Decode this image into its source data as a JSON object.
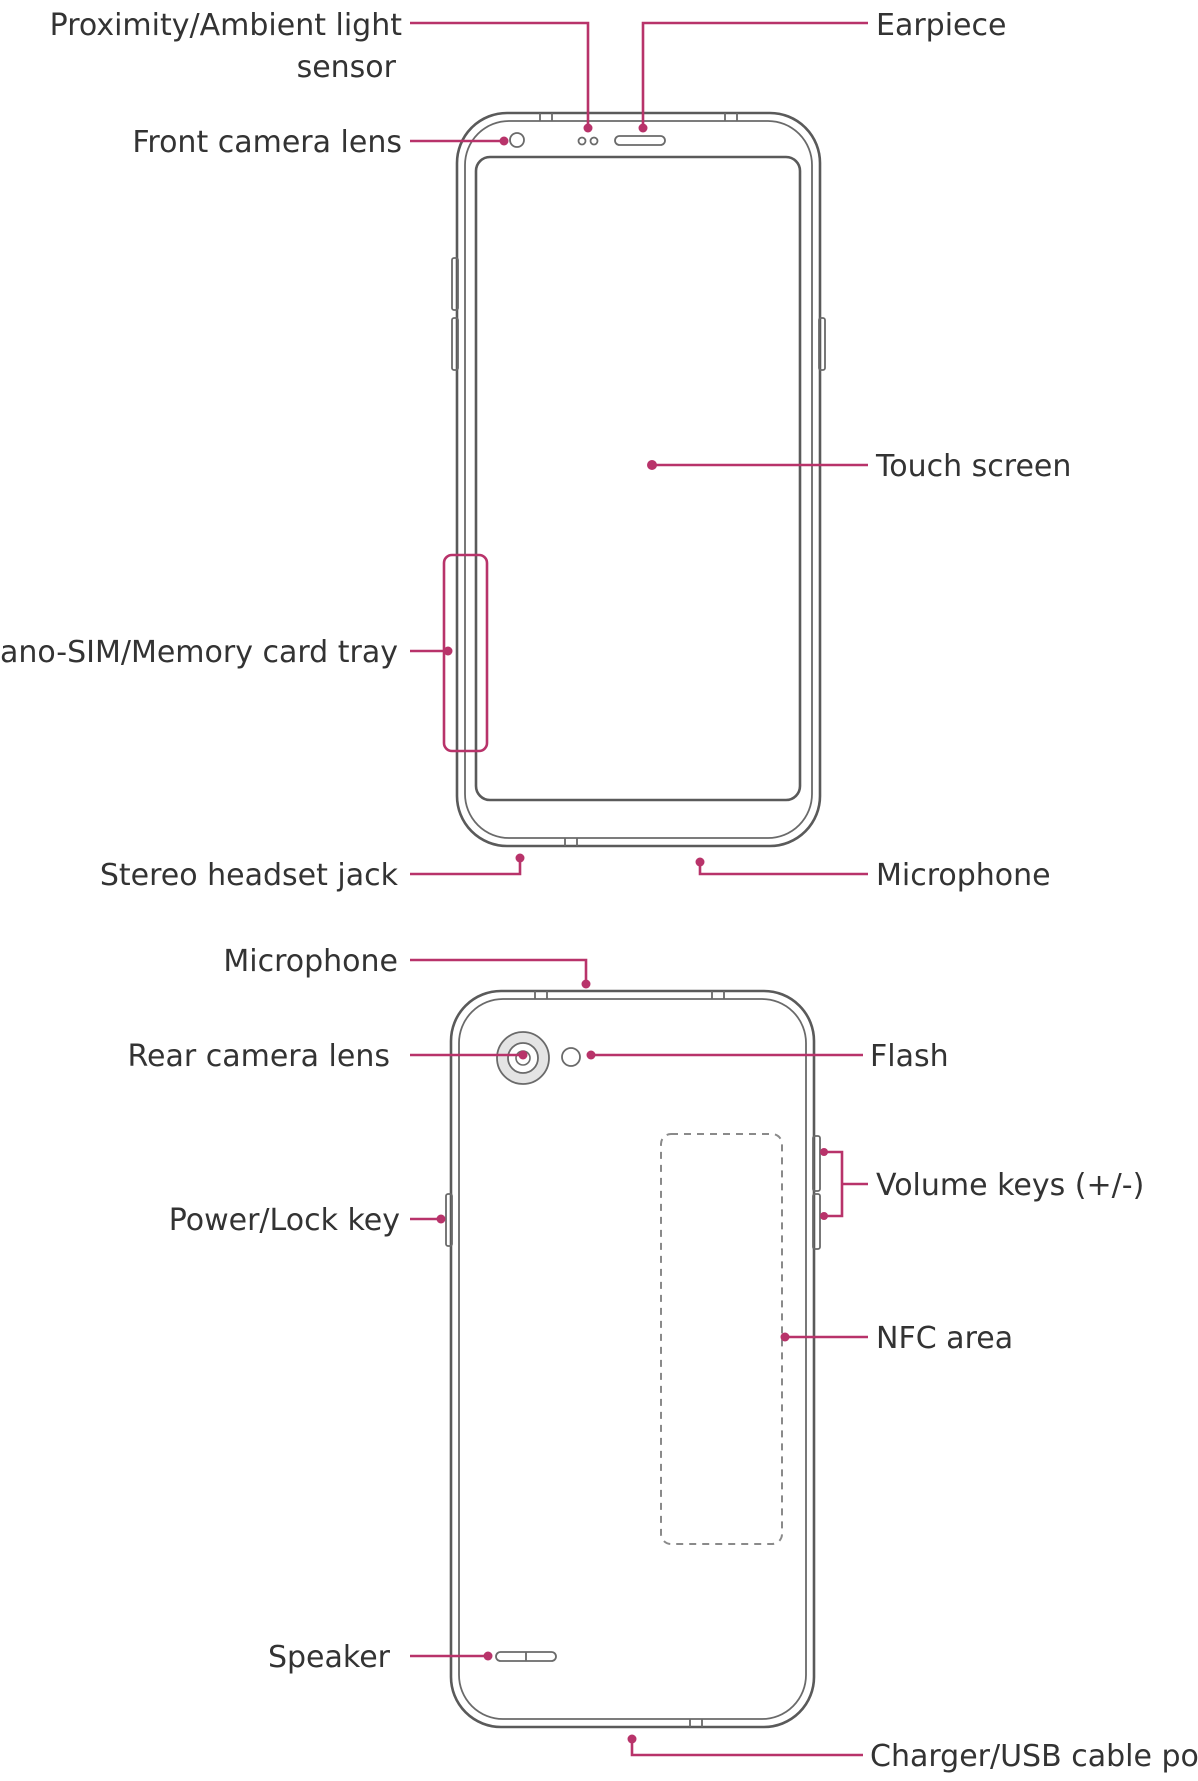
{
  "front_labels": {
    "proximity_line1": "Proximity/Ambient light",
    "proximity_line2": "sensor",
    "earpiece": "Earpiece",
    "front_camera": "Front camera lens",
    "touch_screen": "Touch screen",
    "sim_tray": "Nano-SIM/Memory card tray",
    "headset_jack": "Stereo headset jack",
    "microphone_bottom": "Microphone"
  },
  "back_labels": {
    "microphone_top": "Microphone",
    "rear_camera": "Rear camera lens",
    "flash": "Flash",
    "volume_keys": "Volume keys (+/-)",
    "power_key": "Power/Lock key",
    "nfc_area": "NFC area",
    "speaker": "Speaker",
    "charger_port": "Charger/USB cable port"
  },
  "colors": {
    "leader": "#b8336a",
    "outline": "#5a5a5a",
    "text": "#333333"
  }
}
